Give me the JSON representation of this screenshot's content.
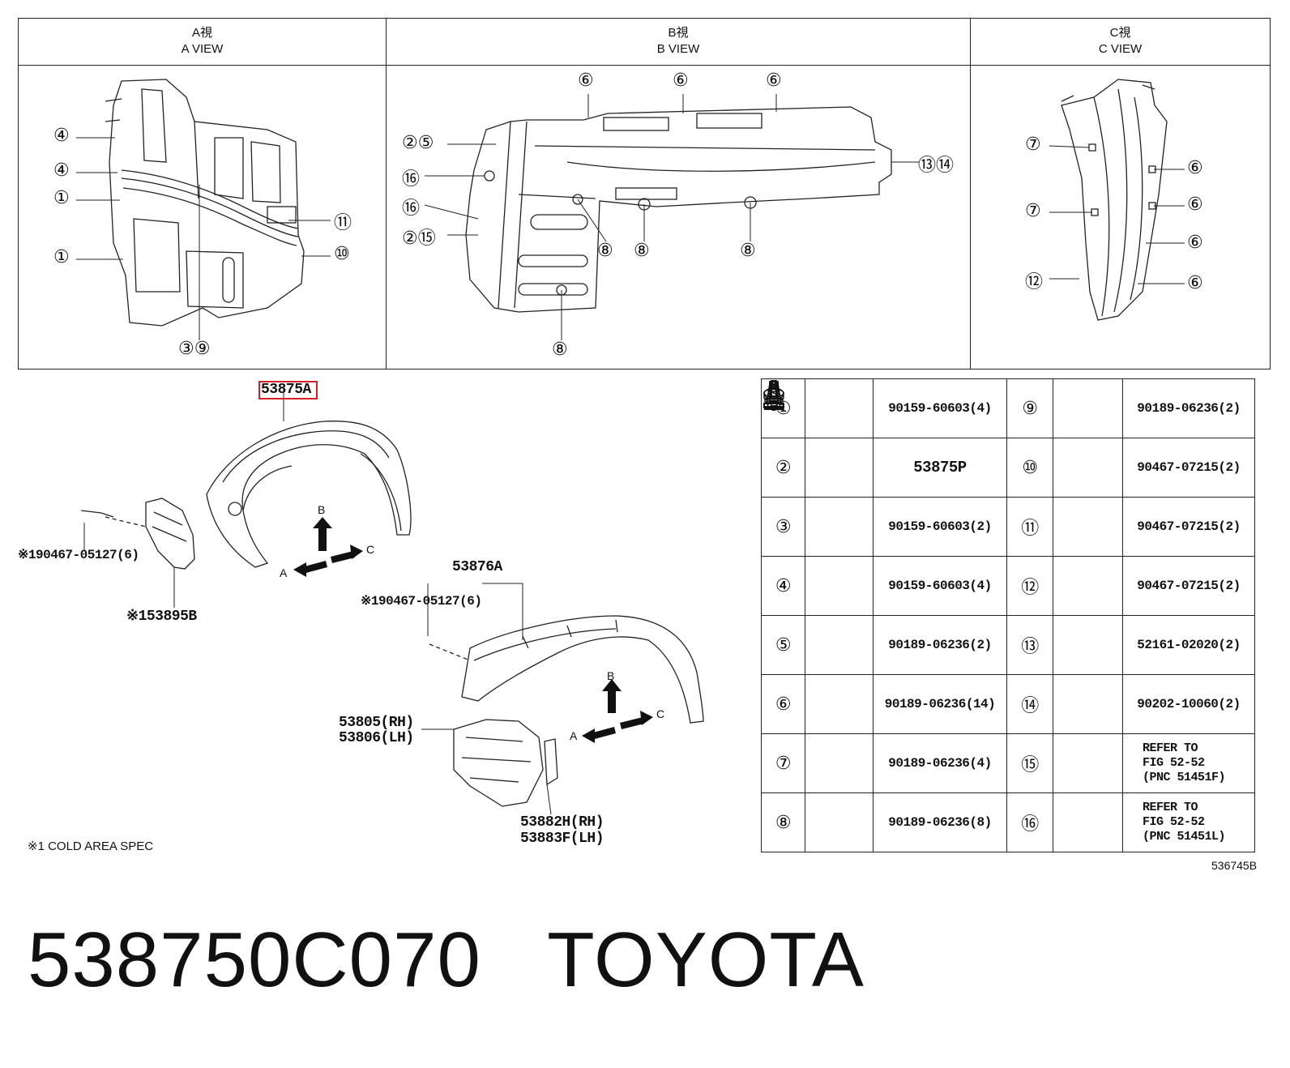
{
  "views": {
    "a": {
      "title_jp": "A視",
      "title_en": "A VIEW"
    },
    "b": {
      "title_jp": "B視",
      "title_en": "B VIEW"
    },
    "c": {
      "title_jp": "C視",
      "title_en": "C VIEW"
    }
  },
  "callouts": {
    "a": [
      "④",
      "④",
      "①",
      "①",
      "⑪",
      "⑩",
      "③⑨"
    ],
    "b": [
      "⑥",
      "⑥",
      "⑥",
      "②⑤",
      "⑯",
      "⑯",
      "②⑮",
      "⑬⑭",
      "⑧",
      "⑧",
      "⑧",
      "⑧"
    ],
    "c": [
      "⑦",
      "⑦",
      "⑫",
      "⑥",
      "⑥",
      "⑥",
      "⑥"
    ]
  },
  "main": {
    "part_highlight": "53875A",
    "part_mud_guard": "53876A",
    "clip_left": "※190467-05127(6)",
    "part_left": "※153895B",
    "clip_right": "※190467-05127(6)",
    "part_seal_rh": "53805(RH)",
    "part_seal_lh": "53806(LH)",
    "part_bracket_rh": "53882H(RH)",
    "part_bracket_lh": "53883F(LH)",
    "dir_b": "B",
    "dir_a": "A",
    "dir_c": "C",
    "footnote": "※1 COLD AREA SPEC",
    "figure_id": "536745B"
  },
  "fasteners": [
    {
      "left_num": "①",
      "left_part": "90159-60603(4)",
      "left_icon": "bolt-icon",
      "right_num": "⑨",
      "right_part": "90189-06236(2)",
      "right_icon": "clip-icon"
    },
    {
      "left_num": "②",
      "left_part": "53875P",
      "left_icon": "bolt-icon",
      "right_num": "⑩",
      "right_part": "90467-07215(2)",
      "right_icon": "push-clip-icon"
    },
    {
      "left_num": "③",
      "left_part": "90159-60603(2)",
      "left_icon": "bolt-icon",
      "right_num": "⑪",
      "right_part": "90467-07215(2)",
      "right_icon": "push-clip-icon"
    },
    {
      "left_num": "④",
      "left_part": "90159-60603(4)",
      "left_icon": "bolt-icon",
      "right_num": "⑫",
      "right_part": "90467-07215(2)",
      "right_icon": "push-clip-icon"
    },
    {
      "left_num": "⑤",
      "left_part": "90189-06236(2)",
      "left_icon": "clip-icon",
      "right_num": "⑬",
      "right_part": "52161-02020(2)",
      "right_icon": "rivet-clip-icon"
    },
    {
      "left_num": "⑥",
      "left_part": "90189-06236(14)",
      "left_icon": "clip-icon",
      "right_num": "⑭",
      "right_part": "90202-10060(2)",
      "right_icon": "washer-icon"
    },
    {
      "left_num": "⑦",
      "left_part": "90189-06236(4)",
      "left_icon": "clip-icon",
      "right_num": "⑮",
      "right_part": "REFER TO\nFIG 52-52\n(PNC 51451F)",
      "right_icon": "clip-icon"
    },
    {
      "left_num": "⑧",
      "left_part": "90189-06236(8)",
      "left_icon": "clip-icon",
      "right_num": "⑯",
      "right_part": "REFER TO\nFIG 52-52\n(PNC 51451L)",
      "right_icon": "bolt-icon"
    }
  ],
  "caption": {
    "part_number": "538750C070",
    "brand": "TOYOTA"
  },
  "colors": {
    "highlight": "#d21f2a",
    "ink": "#111111"
  }
}
